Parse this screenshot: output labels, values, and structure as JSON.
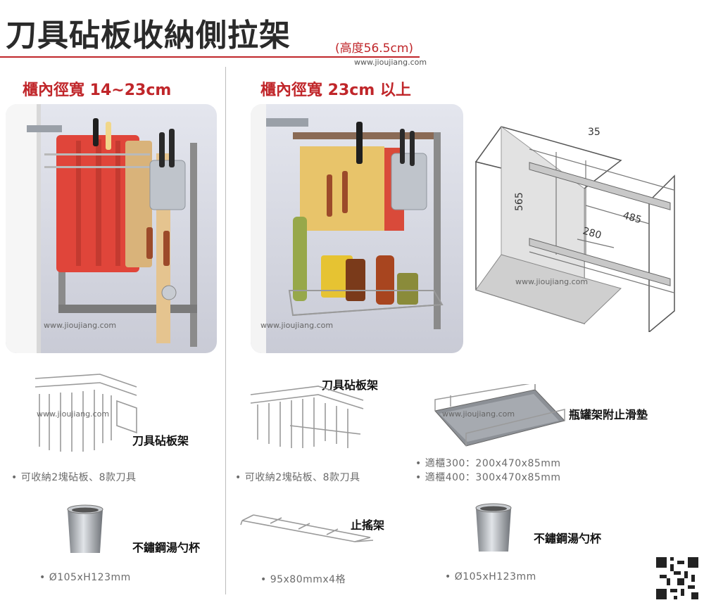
{
  "header": {
    "title": "刀具砧板收納側拉架",
    "subtitle": "(高度56.5cm)",
    "url": "www.jioujiang.com"
  },
  "left": {
    "heading": "櫃內徑寬 14~23cm",
    "photo_watermark": "www.jioujiang.com",
    "knife_rack": {
      "watermark": "www.jioujiang.com",
      "label": "刀具砧板架",
      "spec": "• 可收納2塊砧板、8款刀具"
    },
    "cup": {
      "label": "不鏽鋼湯勺杯",
      "spec": "• Ø105xH123mm"
    }
  },
  "right": {
    "heading": "櫃內徑寬 23cm 以上",
    "photo_watermark": "www.jioujiang.com",
    "diagram": {
      "dim_width": "35",
      "dim_height": "565",
      "dim_depth": "485",
      "dim_inner": "280",
      "watermark": "www.jioujiang.com"
    },
    "knife_rack": {
      "label": "刀具砧板架",
      "spec": "• 可收納2塊砧板、8款刀具"
    },
    "bottle_rack": {
      "watermark": "www.jioujiang.com",
      "label": "瓶罐架附止滑墊",
      "spec_1": "• 適櫃300：200x470x85mm",
      "spec_2": "• 適櫃400：300x470x85mm"
    },
    "anti_shake": {
      "label": "止搖架",
      "spec": "• 95x80mmx4格"
    },
    "cup": {
      "label": "不鏽鋼湯勺杯",
      "spec": "• Ø105xH123mm"
    }
  },
  "colors": {
    "accent_red": "#c0262a",
    "cutting_board_red": "#e0453a",
    "wood": "#e2bd86"
  }
}
